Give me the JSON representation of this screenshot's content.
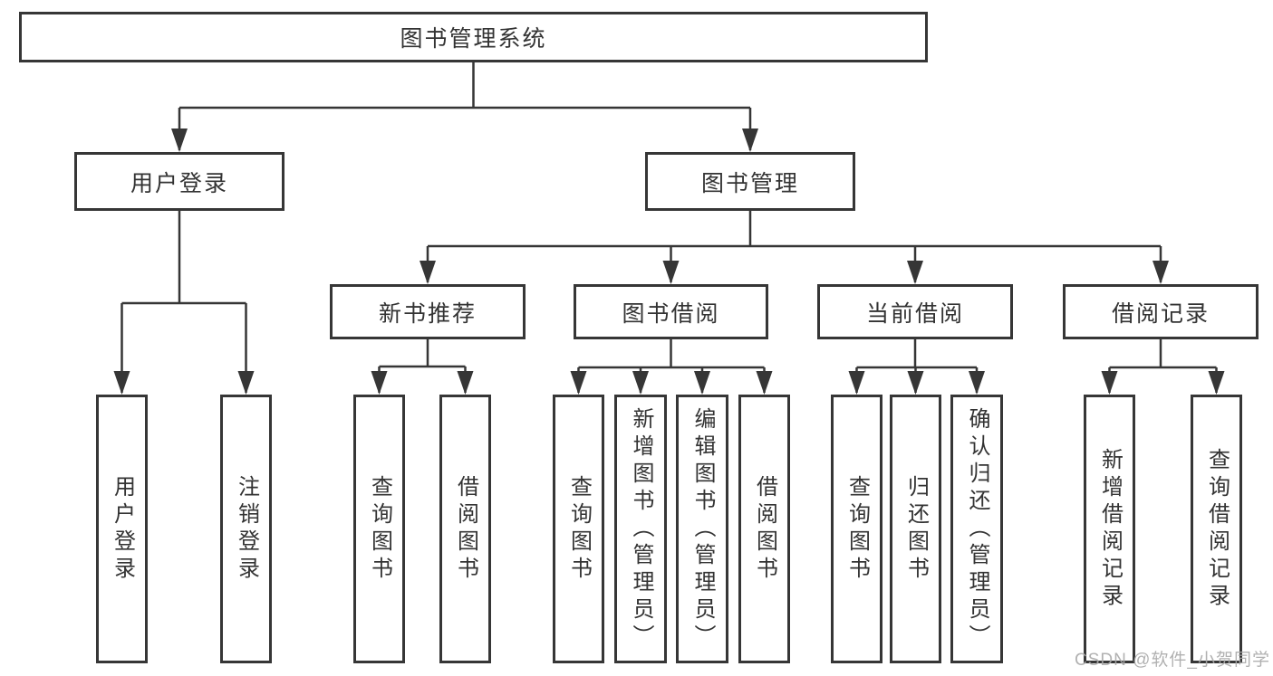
{
  "diagram": {
    "title": "图书管理系统",
    "level2": [
      {
        "label": "用户登录"
      },
      {
        "label": "图书管理"
      }
    ],
    "level3": [
      {
        "label": "新书推荐"
      },
      {
        "label": "图书借阅"
      },
      {
        "label": "当前借阅"
      },
      {
        "label": "借阅记录"
      }
    ],
    "leaves": {
      "user_login": [
        {
          "label": "用户登录"
        },
        {
          "label": "注销登录"
        }
      ],
      "new_book_recommend": [
        {
          "label": "查询图书"
        },
        {
          "label": "借阅图书"
        }
      ],
      "book_borrow": [
        {
          "label": "查询图书"
        },
        {
          "label": "新增图书（管理员）"
        },
        {
          "label": "编辑图书（管理员）"
        },
        {
          "label": "借阅图书"
        }
      ],
      "current_borrow": [
        {
          "label": "查询图书"
        },
        {
          "label": "归还图书"
        },
        {
          "label": "确认归还（管理员）"
        }
      ],
      "borrow_record": [
        {
          "label": "新增借阅记录"
        },
        {
          "label": "查询借阅记录"
        }
      ]
    },
    "watermark": "CSDN @软件_小贺同学",
    "colors": {
      "line": "#363636",
      "text": "#333333",
      "box_background": "#ffffff",
      "watermark": "#a8a8a8",
      "background": "#ffffff"
    }
  }
}
